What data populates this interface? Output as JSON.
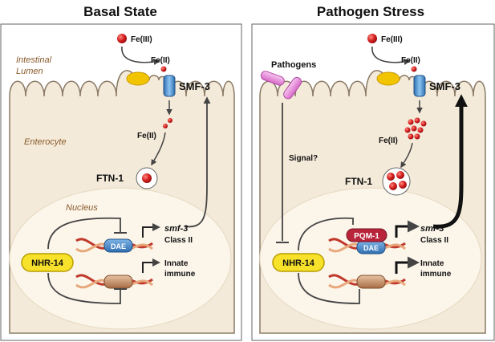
{
  "panels": {
    "left": {
      "title": "Basal State",
      "lumen": [
        "Intestinal",
        "Lumen"
      ],
      "fe3": "Fe(III)",
      "fe2_top": "Fe(II)",
      "fe2_mid": "Fe(II)",
      "smf3_protein": "SMF-3",
      "enterocyte": "Enterocyte",
      "ftn1": "FTN-1",
      "nucleus": "Nucleus",
      "smf3_gene": "smf-3",
      "class2": "Class II",
      "dae": "DAE",
      "nhr14": "NHR-14",
      "innate": [
        "Innate",
        "immune"
      ]
    },
    "right": {
      "title": "Pathogen Stress",
      "pathogens": "Pathogens",
      "fe3": "Fe(III)",
      "fe2_top": "Fe(II)",
      "fe2_mid": "Fe(II)",
      "smf3_protein": "SMF-3",
      "signal": "Signal?",
      "ftn1": "FTN-1",
      "smf3_gene": "smf-3",
      "pqm1": "PQM-1",
      "class2": "Class II",
      "dae": "DAE",
      "nhr14": "NHR-14",
      "innate": [
        "Innate",
        "immune"
      ]
    }
  },
  "colors": {
    "cell_fill": "#f4ead9",
    "nucleus_fill": "#fbf5ea",
    "iron_red": "#d62020",
    "smf3_blue": "#4a8fd0",
    "reductase_yellow": "#f2c400",
    "nhr14_yellow": "#f7e12a",
    "pqm1_red": "#b8243a",
    "pathogen_pink": "#e583d8"
  }
}
